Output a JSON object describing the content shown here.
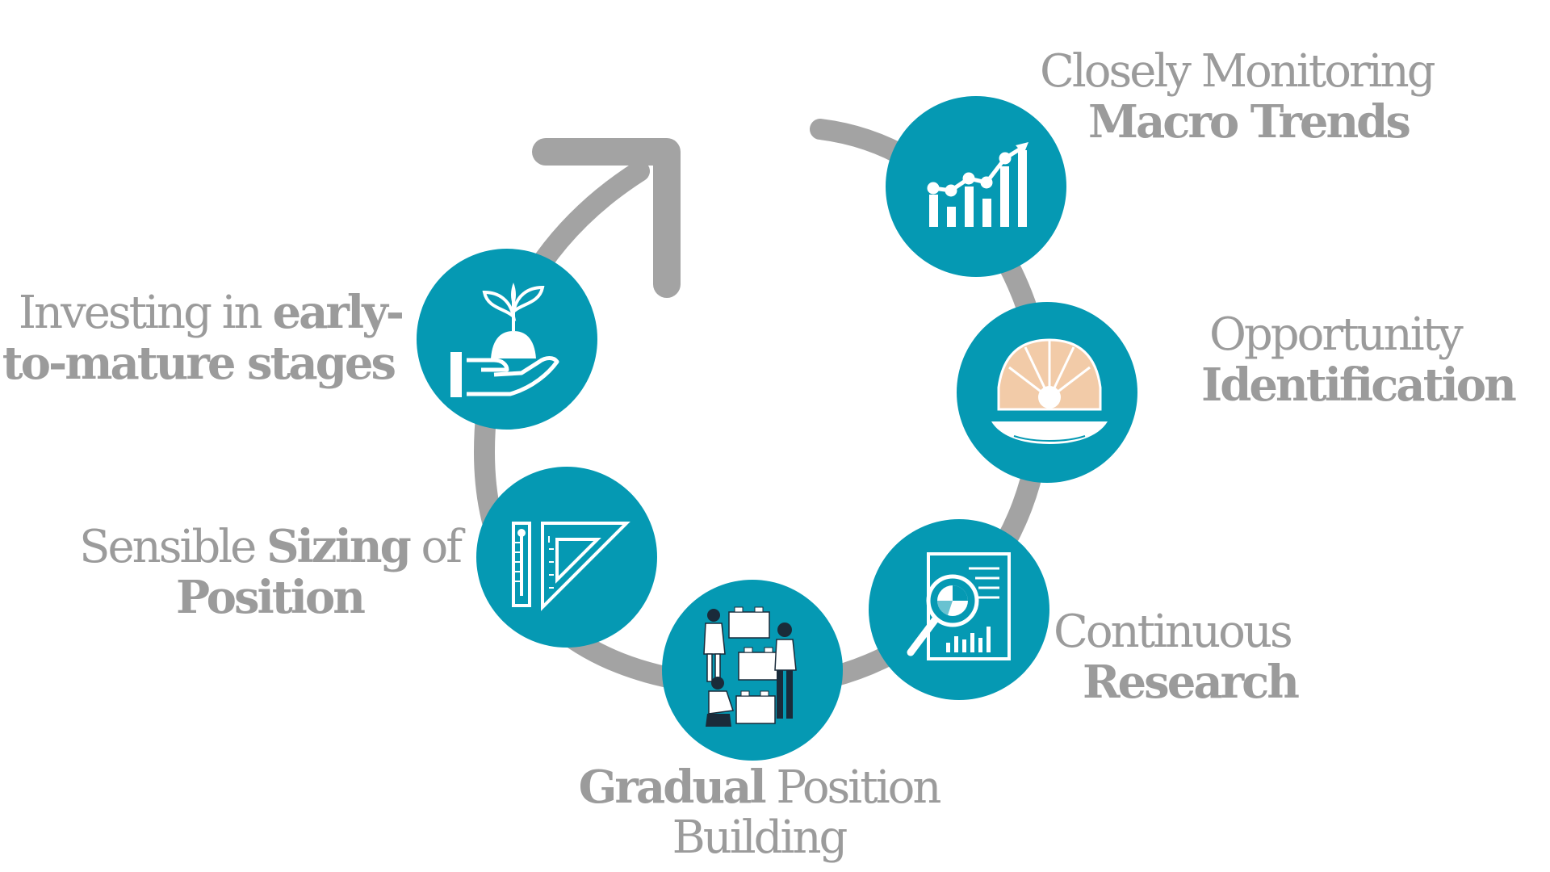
{
  "colors": {
    "circle": "#0599b3",
    "arc": "#a3a3a3",
    "text": "#9b9b9b",
    "icon": "#ffffff",
    "shell": "#f2cba8"
  },
  "steps": [
    {
      "id": "macro-trends",
      "icon": "bar-chart-trend-icon",
      "lines": [
        [
          {
            "text": "Closely Monitoring",
            "bold": false
          }
        ],
        [
          {
            "text": "Macro Trends",
            "bold": true
          }
        ]
      ]
    },
    {
      "id": "opportunity",
      "icon": "pearl-shell-icon",
      "lines": [
        [
          {
            "text": "Opportunity",
            "bold": false
          }
        ],
        [
          {
            "text": "Identification",
            "bold": true
          }
        ]
      ]
    },
    {
      "id": "research",
      "icon": "magnifier-report-icon",
      "lines": [
        [
          {
            "text": "Continuous",
            "bold": false
          }
        ],
        [
          {
            "text": "Research",
            "bold": true
          }
        ]
      ]
    },
    {
      "id": "gradual",
      "icon": "team-building-blocks-icon",
      "lines": [
        [
          {
            "text": "Gradual",
            "bold": true
          },
          {
            "text": " Position",
            "bold": false
          }
        ],
        [
          {
            "text": "Building",
            "bold": false
          }
        ]
      ]
    },
    {
      "id": "sizing",
      "icon": "ruler-triangle-icon",
      "lines": [
        [
          {
            "text": "Sensible ",
            "bold": false
          },
          {
            "text": "Sizing",
            "bold": true
          },
          {
            "text": " of",
            "bold": false
          }
        ],
        [
          {
            "text": "Position",
            "bold": true
          }
        ]
      ]
    },
    {
      "id": "investing",
      "icon": "hand-sprout-icon",
      "lines": [
        [
          {
            "text": "Investing in ",
            "bold": false
          },
          {
            "text": "early-",
            "bold": true
          }
        ],
        [
          {
            "text": "to-mature stages",
            "bold": true
          }
        ]
      ]
    }
  ]
}
